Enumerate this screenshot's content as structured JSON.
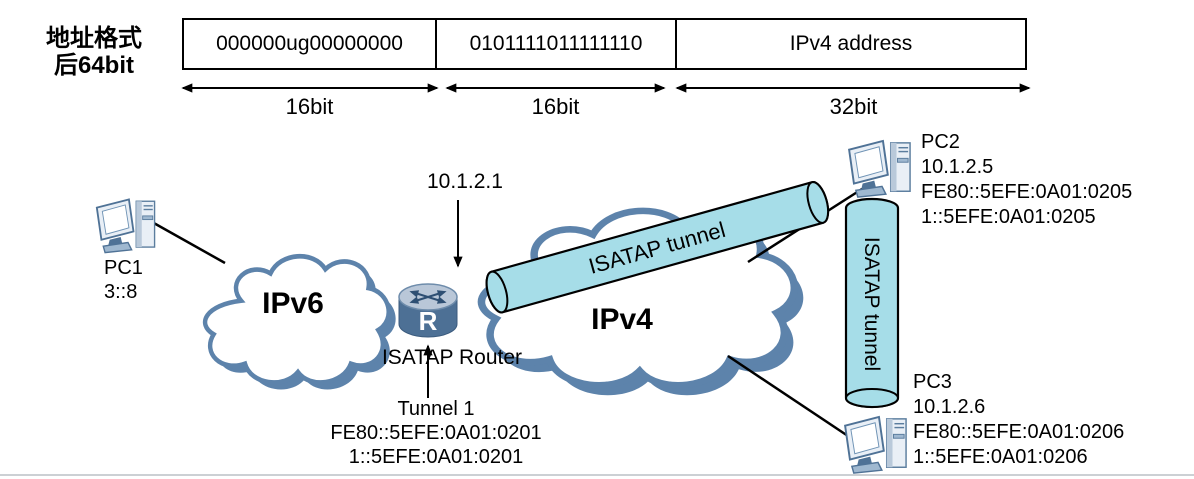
{
  "header": {
    "label_line1": "地址格式",
    "label_line2": "后64bit",
    "cells": [
      {
        "value": "000000ug00000000",
        "width_label": "16bit"
      },
      {
        "value": "0101111011111110",
        "width_label": "16bit"
      },
      {
        "value": "IPv4 address",
        "width_label": "32bit"
      }
    ]
  },
  "diagram": {
    "pc1": {
      "name": "PC1",
      "address": "3::8"
    },
    "ipv6_cloud_label": "IPv6",
    "ipv4_cloud_label": "IPv4",
    "router": {
      "interface_ip": "10.1.2.1",
      "label": "ISATAP Router",
      "glyph": "R"
    },
    "tunnel_horizontal_label": "ISATAP tunnel",
    "tunnel_vertical_label": "ISATAP tunnel",
    "tunnel1": {
      "name": "Tunnel 1",
      "link_local": "FE80::5EFE:0A01:0201",
      "global": "1::5EFE:0A01:0201"
    },
    "pc2": {
      "name": "PC2",
      "ipv4": "10.1.2.5",
      "link_local": "FE80::5EFE:0A01:0205",
      "global": "1::5EFE:0A01:0205"
    },
    "pc3": {
      "name": "PC3",
      "ipv4": "10.1.2.6",
      "link_local": "FE80::5EFE:0A01:0206",
      "global": "1::5EFE:0A01:0206"
    }
  },
  "colors": {
    "tunnel_fill": "#a6dde8",
    "cloud_stroke": "#5d83ab",
    "router_body": "#4d7095",
    "router_top": "#b9c7d8",
    "line_color": "#000000",
    "bottom_rule": "#ccd0d4"
  }
}
